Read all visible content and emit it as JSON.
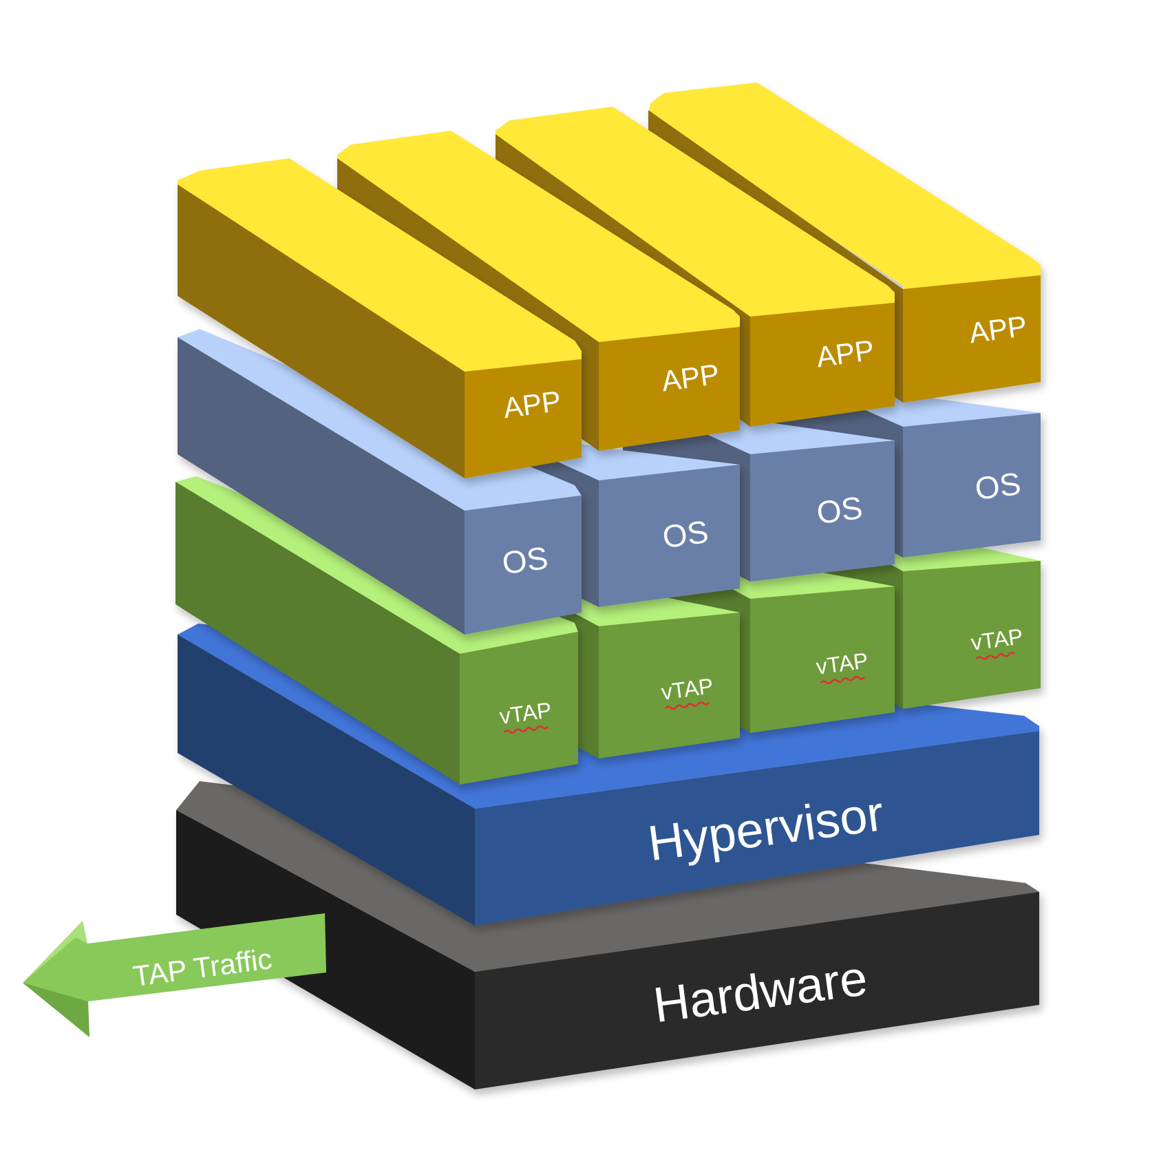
{
  "diagram": {
    "layers": {
      "hardware": {
        "label": "Hardware"
      },
      "hypervisor": {
        "label": "Hypervisor"
      }
    },
    "vm_columns": [
      {
        "app": "APP",
        "os": "OS",
        "vtap": "vTAP"
      },
      {
        "app": "APP",
        "os": "OS",
        "vtap": "vTAP"
      },
      {
        "app": "APP",
        "os": "OS",
        "vtap": "vTAP"
      },
      {
        "app": "APP",
        "os": "OS",
        "vtap": "vTAP"
      }
    ],
    "arrow": {
      "label": "TAP Traffic"
    }
  },
  "colors": {
    "app_top": "#ffe838",
    "app_side": "#8f6e08",
    "app_front": "#bb8c00",
    "os_top": "#b7d1fb",
    "os_side": "#52627e",
    "os_front": "#6b7fa7",
    "vtap_top": "#b4f07a",
    "vtap_side": "#597d2e",
    "vtap_front": "#6e9b3a",
    "hyper_top": "#4274d8",
    "hyper_side": "#23406e",
    "hyper_front": "#2f5592",
    "hw_top": "#6a6766",
    "hw_side": "#1c1c1c",
    "hw_front": "#2c2c2c",
    "arrow": "#88c95a",
    "spellcheck": "#e03030"
  }
}
